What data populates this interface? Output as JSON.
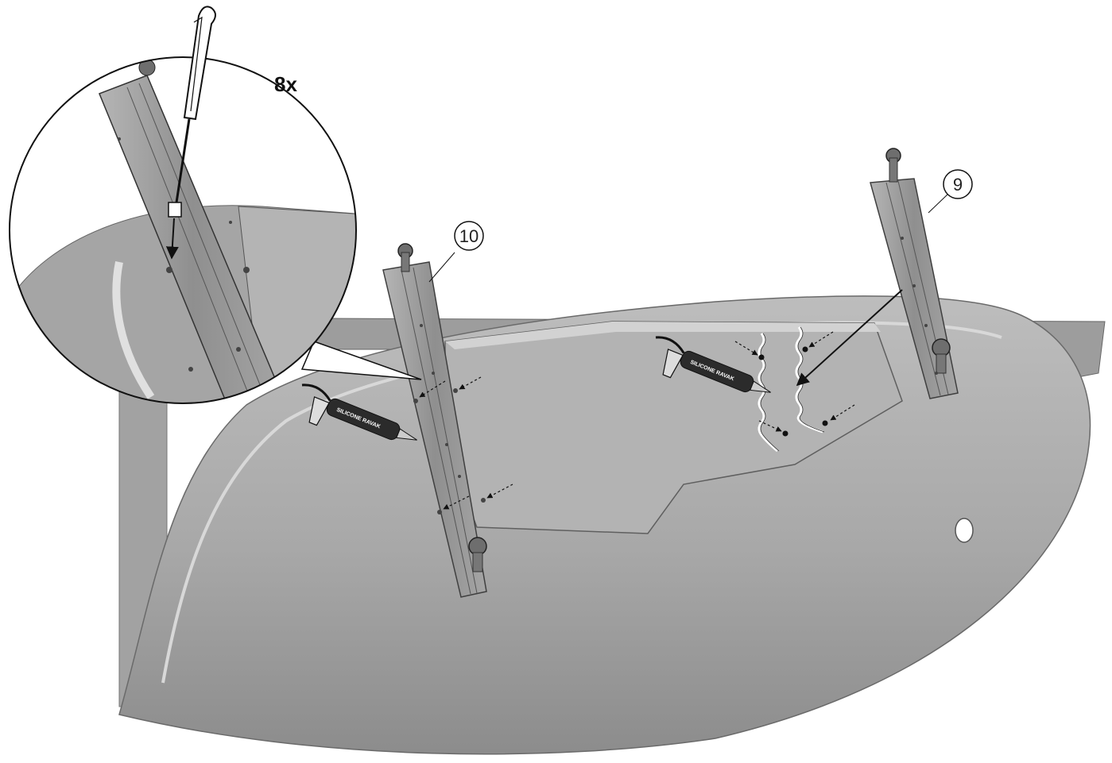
{
  "labels": {
    "screw_count": "8x",
    "part_leg_left": "10",
    "part_leg_right": "9",
    "sealant_left": "SILICONE RAVAK",
    "sealant_right": "SILICONE RAVAK"
  },
  "colors": {
    "tub_body": "#a9a9a9",
    "tub_shadow": "#8f8f8f",
    "tub_inner": "#b6b6b6",
    "rail": "#9a9a9a",
    "rail_edge": "#5a5a5a",
    "gun_body": "#2b2b2b",
    "outline": "#1a1a1a"
  },
  "icons": [
    "screwdriver-icon",
    "silicone-gun-icon",
    "arrow-icon"
  ]
}
